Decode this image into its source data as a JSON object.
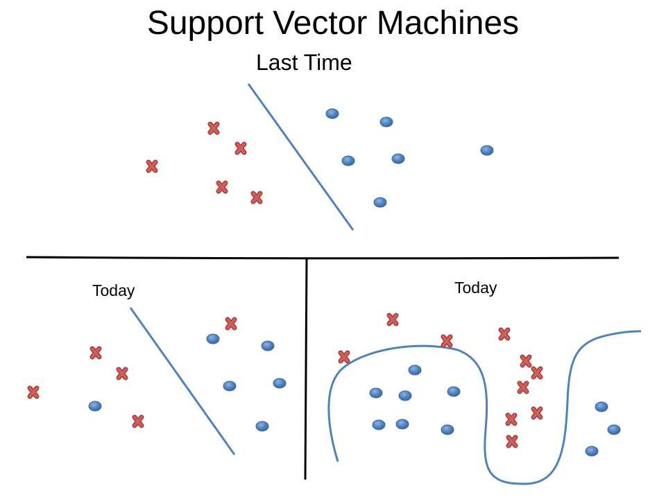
{
  "slide": {
    "title": "Support Vector Machines",
    "subtitle": "Last Time",
    "panel_left_label": "Today",
    "panel_right_label": "Today"
  },
  "colors": {
    "negative_marker": "#c0504d",
    "positive_marker": "#4f81bd",
    "boundary": "#4f81bd",
    "divider": "#000000"
  },
  "markers": {
    "negative": "red-x",
    "positive": "blue-dot"
  }
}
